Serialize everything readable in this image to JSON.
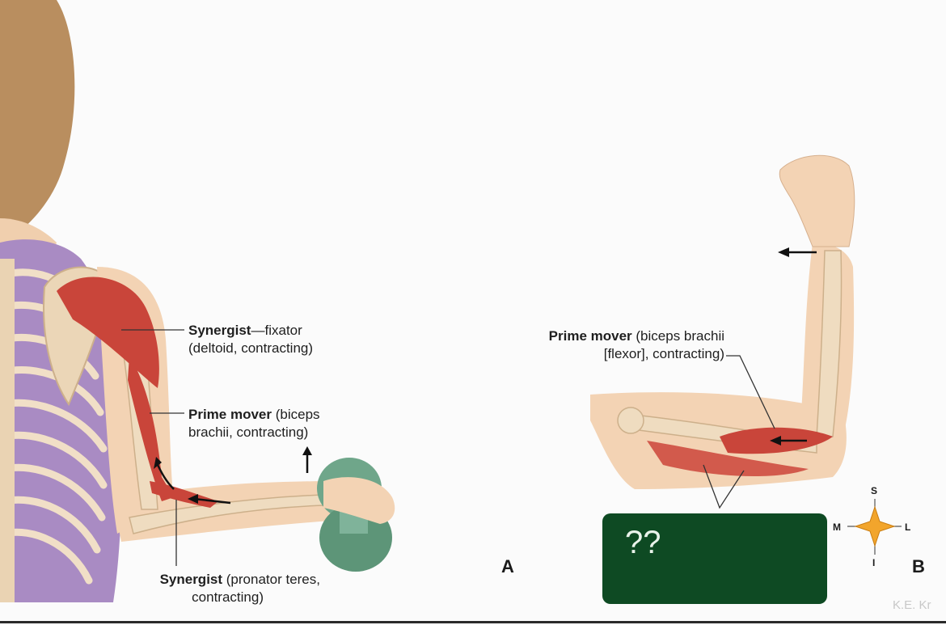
{
  "labels": {
    "synergist_fixator": {
      "bold": "Synergist",
      "rest_line1": "—fixator",
      "line2": "(deltoid, contracting)"
    },
    "prime_mover_a": {
      "bold": "Prime mover",
      "rest_line1": " (biceps",
      "line2": "brachii, contracting)"
    },
    "synergist_pronator": {
      "bold": "Synergist",
      "rest_line1": " (pronator teres,",
      "line2": "contracting)"
    },
    "prime_mover_b": {
      "bold": "Prime mover",
      "rest_line1": " (biceps brachii",
      "line2": "[flexor], contracting)"
    }
  },
  "panels": {
    "a": "A",
    "b": "B"
  },
  "compass": {
    "s": "S",
    "i": "I",
    "m": "M",
    "l": "L"
  },
  "answer_box": {
    "text": "??",
    "color": "#0e4a23"
  },
  "credit": "K.E. Kr",
  "colors": {
    "muscle": "#c9453a",
    "bone": "#efdcc0",
    "skin": "#f3d3b4",
    "torso": "#a98bc3",
    "hair": "#b98e5f"
  }
}
